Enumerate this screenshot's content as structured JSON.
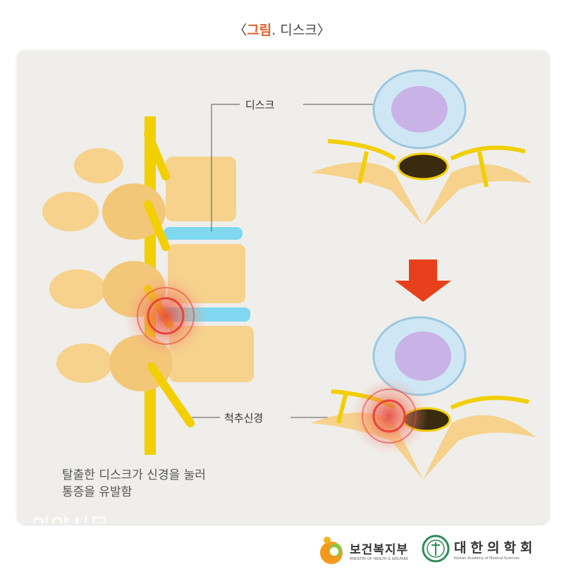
{
  "title": {
    "open": "〈",
    "accent": "그림",
    "rest": ". 디스크〉"
  },
  "labels": {
    "disc": "디스크",
    "spinal_nerve": "척추신경"
  },
  "caption": {
    "line1": "탈출한 디스크가 신경을 눌러",
    "line2": "통증을 유발함"
  },
  "watermark": "의약신문",
  "logos": {
    "ministry": {
      "name": "보건복지부",
      "sub": "MINISTRY OF HEALTH & WELFARE"
    },
    "academy": {
      "name": "대한의학회",
      "sub": "Korean Academy of Medical Sciences"
    }
  },
  "colors": {
    "accent": "#e0602a",
    "bone": "#f6d28c",
    "nerve": "#f2cf00",
    "disc": "#7fd8ef",
    "nucleus": "#c9b3e6",
    "pain": "#e8453a",
    "arrow": "#e8401c"
  }
}
